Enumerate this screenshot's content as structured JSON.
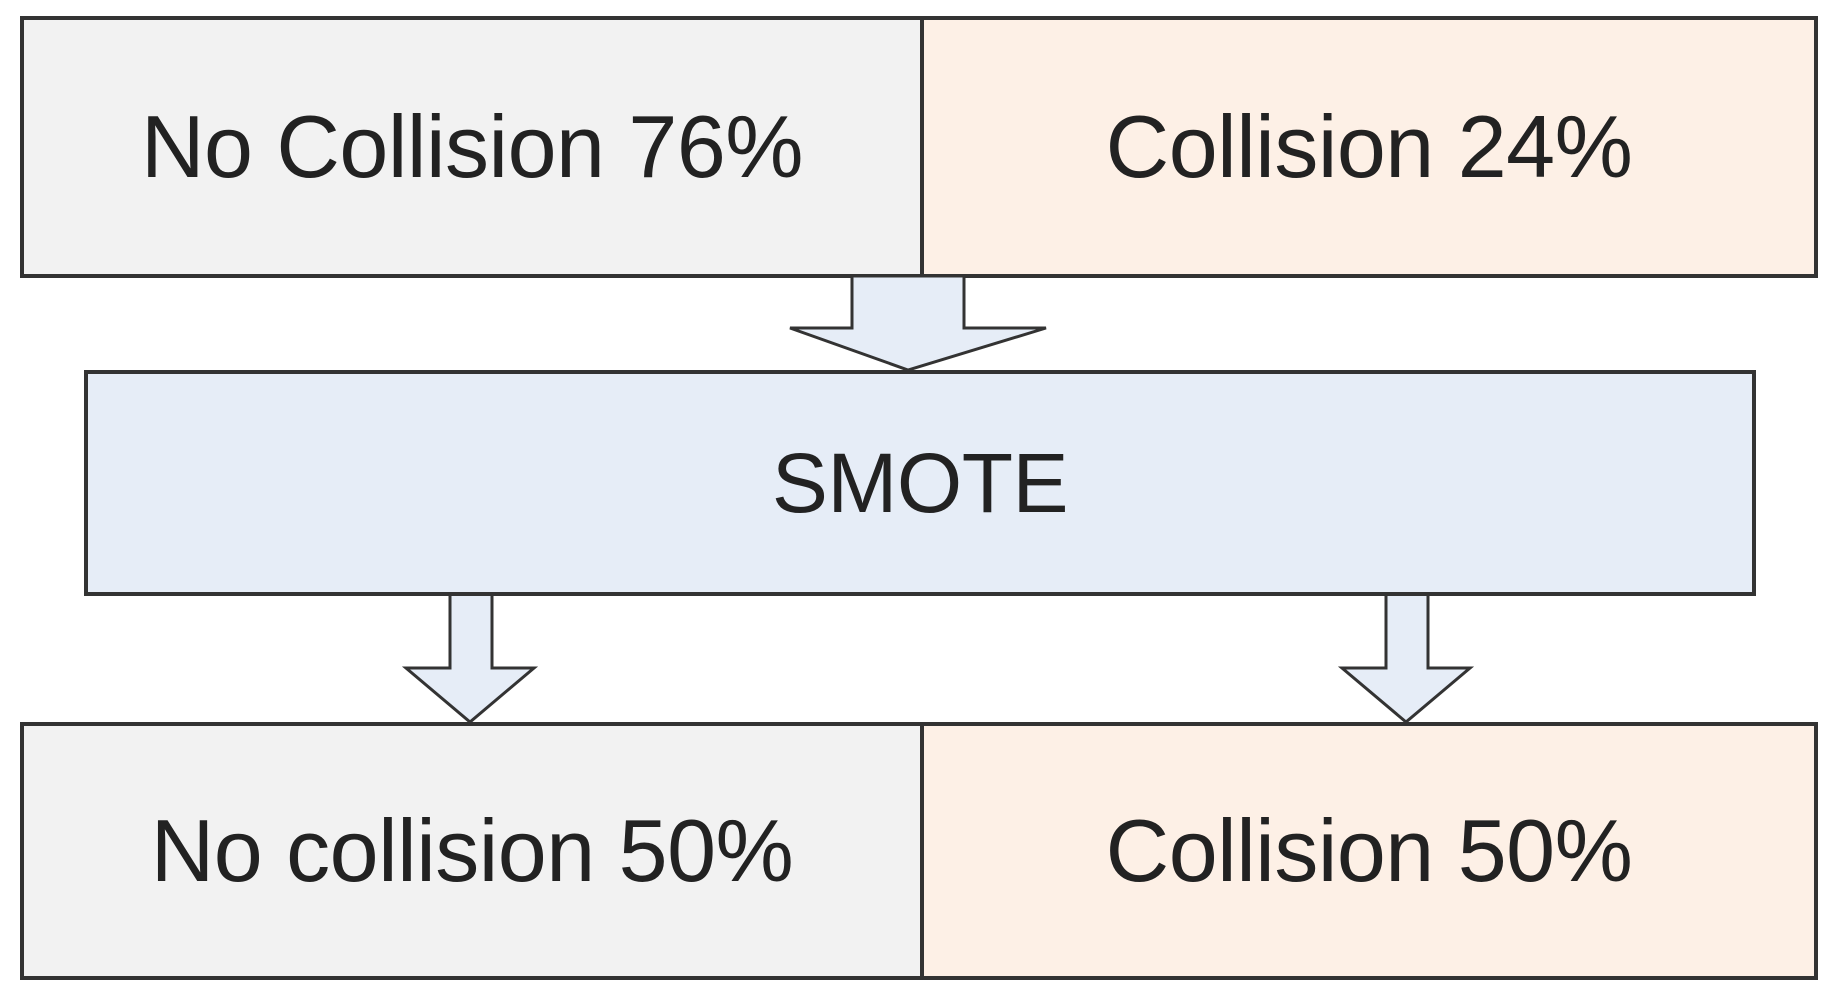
{
  "colors": {
    "no_collision_fill": "#f2f2f2",
    "collision_fill": "#fdf0e6",
    "smote_fill": "#e6edf7",
    "arrow_fill": "#e6edf7",
    "border": "#333333",
    "text": "#222222"
  },
  "top_row": {
    "left_label": "No Collision 76%",
    "right_label": "Collision 24%"
  },
  "process": {
    "label": "SMOTE"
  },
  "bottom_row": {
    "left_label": "No collision 50%",
    "right_label": "Collision 50%"
  }
}
